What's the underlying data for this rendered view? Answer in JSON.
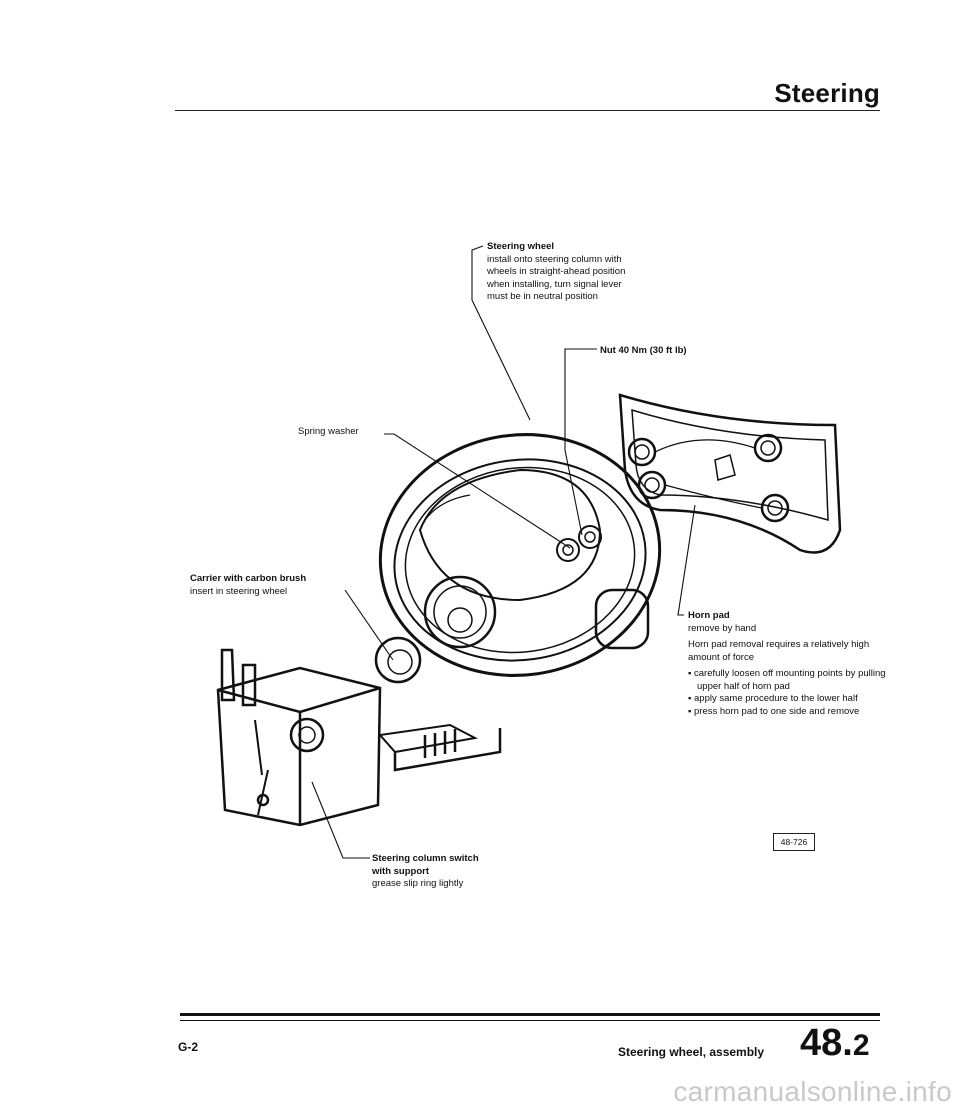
{
  "header": {
    "title": "Steering"
  },
  "labels": {
    "steering_wheel": {
      "title": "Steering wheel",
      "lines": [
        "install onto steering column with",
        "wheels in straight-ahead position",
        "when installing, turn signal lever",
        "must be in neutral position"
      ]
    },
    "nut": "Nut 40 Nm (30 ft lb)",
    "spring_washer": "Spring washer",
    "carrier": {
      "title": "Carrier with carbon brush",
      "sub": "insert in steering wheel"
    },
    "horn_pad": {
      "title": "Horn pad",
      "sub": "remove by hand",
      "note": "Horn pad removal requires a relatively high amount of force",
      "bullets": [
        "carefully loosen off mounting points by pulling upper half of horn pad",
        "apply same procedure to the lower half",
        "press horn pad to one side and remove"
      ],
      "bullet_char": "▪"
    },
    "column_switch": {
      "title_1": "Steering column switch",
      "title_2": "with support",
      "sub": "grease slip ring lightly"
    }
  },
  "figure_ref": "48-726",
  "footer": {
    "page": "G-2",
    "section": "Steering wheel, assembly",
    "number_major": "48",
    "number_minor": "2"
  },
  "watermark": "carmanualsonline.info"
}
